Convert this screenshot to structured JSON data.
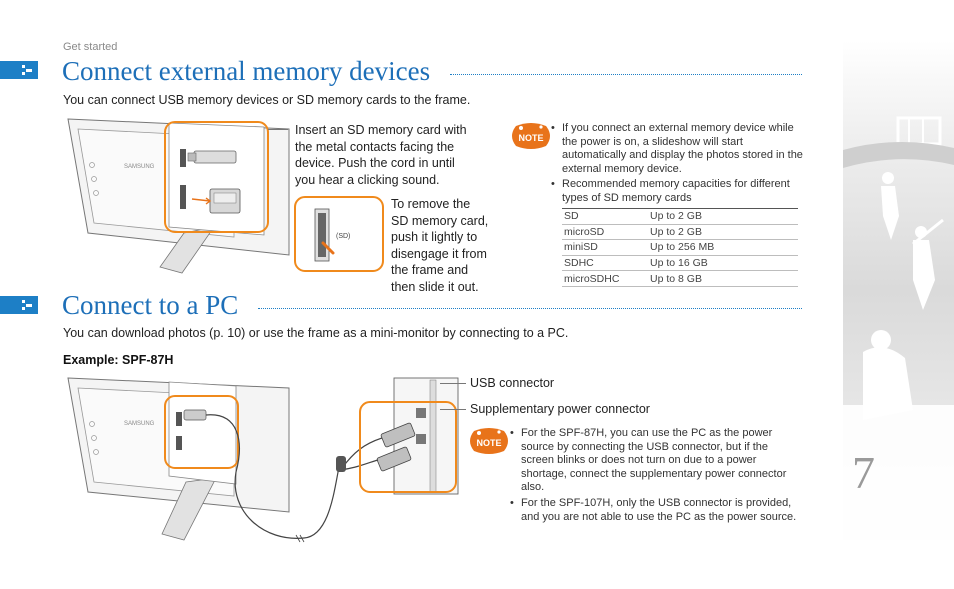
{
  "breadcrumb": "Get started",
  "page_number": "7",
  "section1": {
    "title": "Connect external memory devices",
    "intro": "You can connect USB memory devices or SD memory cards to the frame.",
    "callout_insert": [
      "Insert an SD memory card with",
      "the metal contacts facing the",
      "device. Push the cord in until",
      "you hear a clicking sound."
    ],
    "callout_remove": [
      "To remove the",
      "SD memory card,",
      "push it lightly to",
      "disengage it from",
      "the frame and",
      "then slide it out."
    ],
    "note_label": "NOTE",
    "notes": [
      "If you connect an external memory device while the power is on, a slideshow will start automatically and display the photos stored in the external memory device.",
      "Recommended memory capacities for different types of SD memory cards"
    ],
    "capacity_table": [
      {
        "type": "SD",
        "capacity": "Up to 2 GB"
      },
      {
        "type": "microSD",
        "capacity": "Up to 2 GB"
      },
      {
        "type": "miniSD",
        "capacity": "Up to 256 MB"
      },
      {
        "type": "SDHC",
        "capacity": "Up to 16 GB"
      },
      {
        "type": "microSDHC",
        "capacity": "Up to 8 GB"
      }
    ],
    "frame_brand": "SAMSUNG",
    "sd_slot_label": "(SD)"
  },
  "section2": {
    "title": "Connect to a PC",
    "intro": "You can download photos (p. 10) or use the frame as a mini-monitor by connecting to a PC.",
    "example": "Example: SPF-87H",
    "label_usb": "USB connector",
    "label_power": "Supplementary power connector",
    "note_label": "NOTE",
    "notes": [
      "For the SPF-87H, you can use the PC as the power source by connecting the USB connector, but if the screen blinks or does not turn on due to a power shortage, connect the supplementary power connector also.",
      "For the SPF-107H, only the USB connector is provided, and you are not able to use the PC as the power source."
    ],
    "frame_brand": "SAMSUNG"
  },
  "colors": {
    "accent_blue": "#1d6fb8",
    "marker_blue": "#1d7fc6",
    "highlight_orange": "#f08a1c",
    "note_orange": "#e8731a"
  }
}
